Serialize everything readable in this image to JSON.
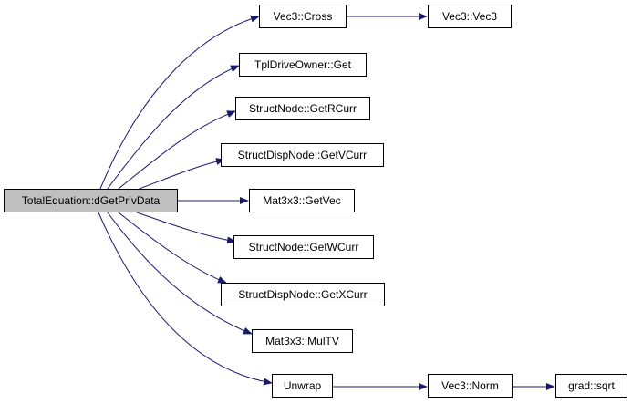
{
  "graph": {
    "edge_color": "#191970",
    "root_fill": "#bfbfbf",
    "nodes": {
      "root": "TotalEquation::dGetPrivData",
      "vec3_cross": "Vec3::Cross",
      "vec3_vec3": "Vec3::Vec3",
      "tpldriveowner_get": "TplDriveOwner::Get",
      "structnode_getrcurr": "StructNode::GetRCurr",
      "structdispnode_getvcurr": "StructDispNode::GetVCurr",
      "mat3x3_getvec": "Mat3x3::GetVec",
      "structnode_getwcurr": "StructNode::GetWCurr",
      "structdispnode_getxcurr": "StructDispNode::GetXCurr",
      "mat3x3_multv": "Mat3x3::MulTV",
      "unwrap": "Unwrap",
      "vec3_norm": "Vec3::Norm",
      "grad_sqrt": "grad::sqrt"
    },
    "edges": [
      {
        "from": "root",
        "to": "vec3_cross"
      },
      {
        "from": "root",
        "to": "tpldriveowner_get"
      },
      {
        "from": "root",
        "to": "structnode_getrcurr"
      },
      {
        "from": "root",
        "to": "structdispnode_getvcurr"
      },
      {
        "from": "root",
        "to": "mat3x3_getvec"
      },
      {
        "from": "root",
        "to": "structnode_getwcurr"
      },
      {
        "from": "root",
        "to": "structdispnode_getxcurr"
      },
      {
        "from": "root",
        "to": "mat3x3_multv"
      },
      {
        "from": "root",
        "to": "unwrap"
      },
      {
        "from": "vec3_cross",
        "to": "vec3_vec3"
      },
      {
        "from": "unwrap",
        "to": "vec3_norm"
      },
      {
        "from": "vec3_norm",
        "to": "grad_sqrt"
      }
    ]
  }
}
